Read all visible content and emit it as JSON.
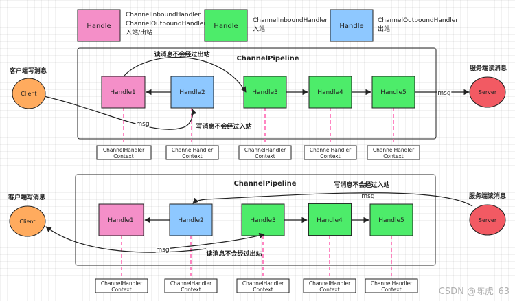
{
  "legend": [
    {
      "label": "Handle",
      "desc": [
        "ChannelInboundHandler",
        "ChannelOutboundHandler",
        "入站/出站"
      ],
      "color": "#f48fc8"
    },
    {
      "label": "Handle",
      "desc": [
        "ChannelInboundHandler",
        "入站"
      ],
      "color": "#4dec6a"
    },
    {
      "label": "Handle",
      "desc": [
        "ChannelOutboundHandler",
        "出站"
      ],
      "color": "#8ec8ff"
    }
  ],
  "top": {
    "pipeline_title": "ChannelPipeline",
    "client_label": "Client",
    "client_caption": "客户端写消息",
    "server_label": "Server",
    "server_caption": "服务端读消息",
    "handlers": [
      "Handle1",
      "Handle2",
      "Handle3",
      "Handle4",
      "Handle5"
    ],
    "arrow_top_note": "读消息不会经过出站",
    "arrow_bottom_note": "写消息不会经过入站",
    "msg_left": "msg",
    "msg_right": "msg",
    "context": [
      [
        "ChannelHandler",
        "Context"
      ],
      [
        "ChannelHandler",
        "Context"
      ],
      [
        "ChannelHandler",
        "Context"
      ],
      [
        "ChannelHandler",
        "Context"
      ],
      [
        "ChannelHandler",
        "Context"
      ]
    ]
  },
  "bottom": {
    "pipeline_title": "ChannelPipeline",
    "client_label": "Client",
    "client_caption": "客户端写消息",
    "server_label": "Server",
    "server_caption": "服务端读消息",
    "handlers": [
      "Handle1",
      "Handle2",
      "Handle3",
      "Handle4",
      "Handle5"
    ],
    "arrow_top_note": "写消息不会经过入站",
    "arrow_bottom_note": "读消息不会经过出站",
    "msg_top": "msg",
    "msg_bottom": "msg",
    "context": [
      [
        "ChannelHandler",
        "Context"
      ],
      [
        "ChannelHandler",
        "Context"
      ],
      [
        "ChannelHandler",
        "Context"
      ],
      [
        "ChannelHandler",
        "Context"
      ],
      [
        "ChannelHandler",
        "Context"
      ]
    ]
  },
  "colors": {
    "inout": "#f48fc8",
    "inbound": "#4dec6a",
    "outbound": "#8ec8ff",
    "client": "#ffab5e",
    "server": "#f25a63",
    "dashed": "#ff5fae"
  },
  "watermark": "CSDN @陈虎_63"
}
